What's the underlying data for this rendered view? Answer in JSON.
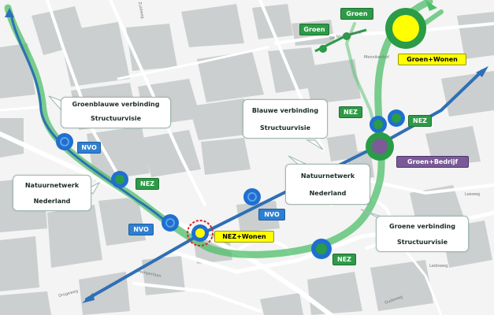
{
  "map": {
    "colors": {
      "green_corridor": "#4fbf6a",
      "blue_corridor": "#2f6fb5",
      "marker_blue": "#1f6fd0",
      "marker_green": "#2a9b47",
      "marker_yellow": "#ffff00",
      "marker_purple": "#7b5c97",
      "building": "#cbcfcf",
      "road": "#ffffff"
    },
    "markers": [
      {
        "label": "Groen",
        "style": "green"
      },
      {
        "label": "Groen",
        "style": "green"
      },
      {
        "label": "Groen+Wonen",
        "style": "yellow"
      },
      {
        "label": "NEZ",
        "style": "green"
      },
      {
        "label": "NEZ",
        "style": "green"
      },
      {
        "label": "Groen+Bedrijf",
        "style": "purple"
      },
      {
        "label": "NVO",
        "style": "blue"
      },
      {
        "label": "NEZ",
        "style": "green"
      },
      {
        "label": "NVO",
        "style": "blue"
      },
      {
        "label": "NEZ+Wonen",
        "style": "yellow"
      },
      {
        "label": "NVO",
        "style": "blue"
      },
      {
        "label": "NEZ",
        "style": "green"
      }
    ],
    "callouts": {
      "groenblauwe": {
        "line1": "Groenblauwe verbinding",
        "line2": "Structuurvisie"
      },
      "blauwe": {
        "line1": "Blauwe verbinding",
        "line2": "Structuurvisie"
      },
      "natuurnetwerk_right": {
        "line1": "Natuurnetwerk",
        "line2": "Nederland"
      },
      "natuurnetwerk_left": {
        "line1": "Natuurnetwerk",
        "line2": "Nederland"
      },
      "groene": {
        "line1": "Groene verbinding",
        "line2": "Structuurvisie"
      }
    },
    "streets": [
      "Zuidweg",
      "De Stuijvenberg",
      "Monnikenhof",
      "Leeweg",
      "Leidsweg",
      "Pomperlaan",
      "Drogeweg",
      "Oudeweg"
    ]
  }
}
